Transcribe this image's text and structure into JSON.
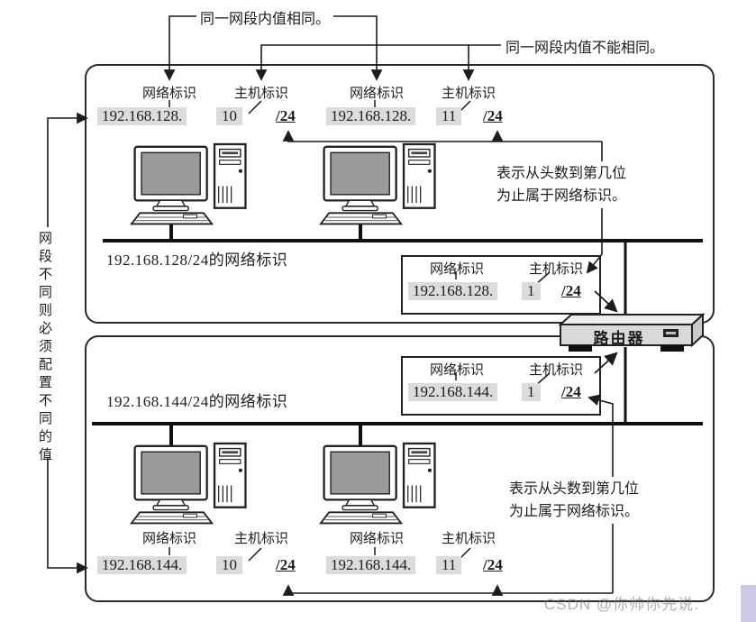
{
  "page": {
    "watermark": "CSDN @你帅你先说."
  },
  "annotations": {
    "same_value": "同一网段内值相同。",
    "different_value": "同一网段内值不能相同。",
    "left_note": "网段不同则必须配置不同的值",
    "prefix_note_line1": "表示从头数到第几位",
    "prefix_note_line2": "为止属于网络标识。"
  },
  "labels": {
    "network_id": "网络标识",
    "host_id": "主机标识",
    "router": "路由器"
  },
  "segment1": {
    "caption": "192.168.128/24的网络标识",
    "hosts": [
      {
        "network": "192.168.128.",
        "host": "10",
        "prefix": "/24"
      },
      {
        "network": "192.168.128.",
        "host": "11",
        "prefix": "/24"
      }
    ],
    "router_interface": {
      "network": "192.168.128.",
      "host": "1",
      "prefix": "/24"
    }
  },
  "segment2": {
    "caption": "192.168.144/24的网络标识",
    "hosts": [
      {
        "network": "192.168.144.",
        "host": "10",
        "prefix": "/24"
      },
      {
        "network": "192.168.144.",
        "host": "11",
        "prefix": "/24"
      }
    ],
    "router_interface": {
      "network": "192.168.144.",
      "host": "1",
      "prefix": "/24"
    }
  },
  "colors": {
    "highlight": "#dcdcdc",
    "line": "#1c1c1c",
    "router_body": "#d9d9d9",
    "watermark_patch": "#cfc8e6"
  }
}
